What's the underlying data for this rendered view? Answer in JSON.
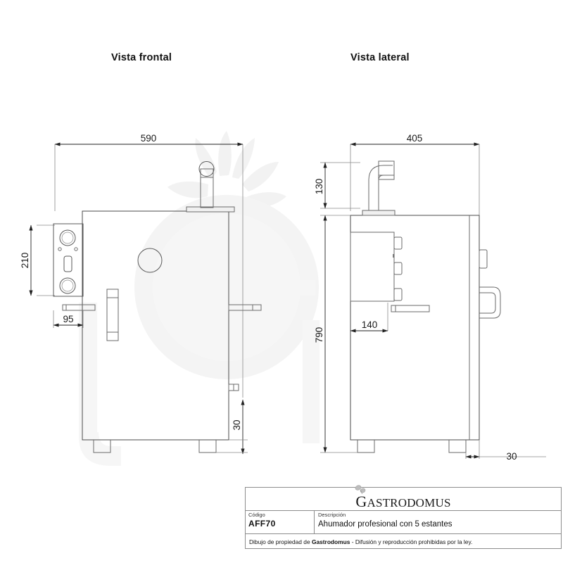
{
  "sheet": {
    "background_color": "#ffffff",
    "line_color": "#4a4a4a",
    "dimension_color": "#222222",
    "watermark_color": "#f2f2f2"
  },
  "views": [
    {
      "id": "frontal",
      "title": "Vista frontal"
    },
    {
      "id": "lateral",
      "title": "Vista lateral"
    }
  ],
  "dimensions": {
    "frontal": [
      {
        "name": "overall-width",
        "value": "590",
        "orientation": "horizontal",
        "position": "top"
      },
      {
        "name": "control-panel-height",
        "value": "210",
        "orientation": "vertical",
        "position": "left"
      },
      {
        "name": "control-panel-depth",
        "value": "95",
        "orientation": "horizontal",
        "position": "left-lower"
      },
      {
        "name": "foot-height",
        "value": "30",
        "orientation": "vertical",
        "position": "bottom-right"
      }
    ],
    "lateral": [
      {
        "name": "overall-depth",
        "value": "405",
        "orientation": "horizontal",
        "position": "top"
      },
      {
        "name": "chimney-height",
        "value": "130",
        "orientation": "vertical",
        "position": "left-upper"
      },
      {
        "name": "overall-height",
        "value": "790",
        "orientation": "vertical",
        "position": "left"
      },
      {
        "name": "panel-offset",
        "value": "140",
        "orientation": "horizontal",
        "position": "middle"
      },
      {
        "name": "foot-height",
        "value": "30",
        "orientation": "horizontal",
        "position": "bottom-right"
      }
    ]
  },
  "title_block": {
    "brand_mark": "grape-leaf-logo-icon",
    "brand_initial": "G",
    "brand_rest": "ASTRODOMUS",
    "code_label": "Código",
    "code_value": "AFF70",
    "description_label": "Descripción",
    "description_value": "Ahumador profesional con 5 estantes",
    "footer_prefix": "Dibujo de propiedad de",
    "footer_brand": "Gastrodomus",
    "footer_suffix": "- Difusión y reproducción prohibidas por la ley."
  },
  "watermark": {
    "letter": "G",
    "description": "faint grape-leaf and letter G brand watermark"
  }
}
